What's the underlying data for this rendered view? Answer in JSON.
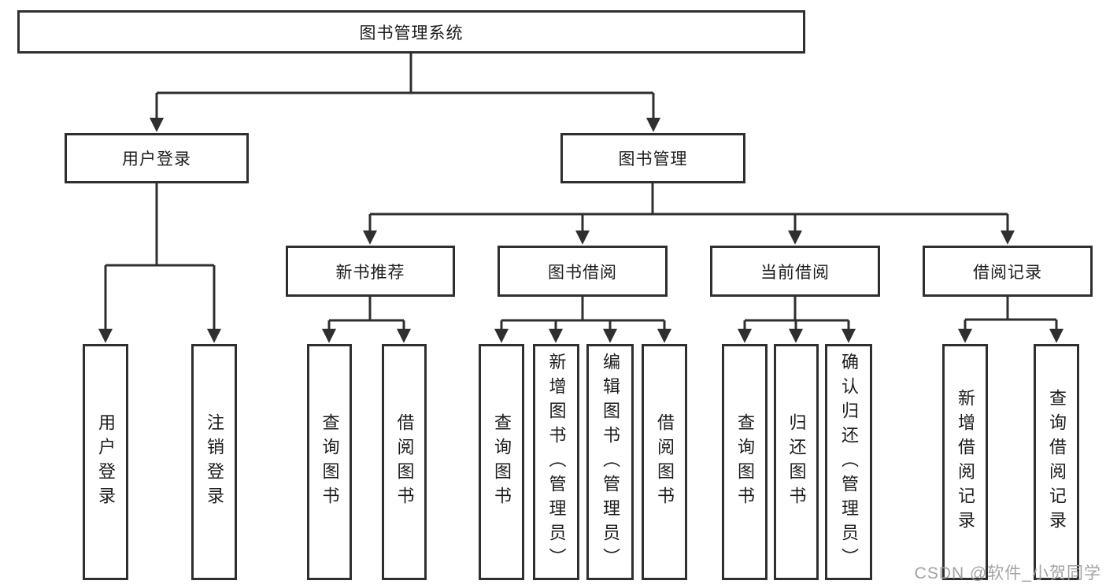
{
  "colors": {
    "line": "#2f2f2f",
    "box_border": "#2f2f2f",
    "text": "#1c1c1c",
    "background": "#ffffff",
    "watermark": "#9e9e9e"
  },
  "diagram": {
    "root": {
      "label": "图书管理系统"
    },
    "login": {
      "label": "用户登录",
      "children": [
        "用户登录",
        "注销登录"
      ]
    },
    "management": {
      "label": "图书管理",
      "sections": [
        {
          "label": "新书推荐",
          "children": [
            "查询图书",
            "借阅图书"
          ]
        },
        {
          "label": "图书借阅",
          "children": [
            "查询图书",
            "新增图书（管理员）",
            "编辑图书（管理员）",
            "借阅图书"
          ]
        },
        {
          "label": "当前借阅",
          "children": [
            "查询图书",
            "归还图书",
            "确认归还（管理员）"
          ]
        },
        {
          "label": "借阅记录",
          "children": [
            "新增借阅记录",
            "查询借阅记录"
          ]
        }
      ]
    },
    "watermark": "CSDN @软件_小贺同学"
  }
}
